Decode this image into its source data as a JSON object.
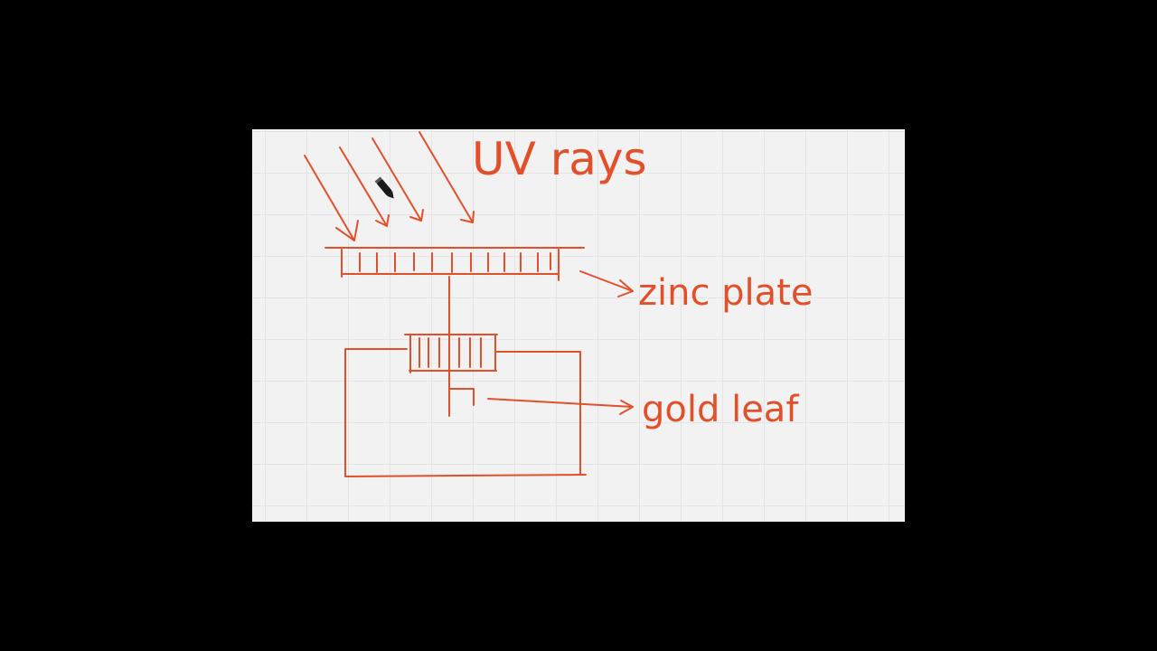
{
  "diagram": {
    "labels": {
      "uv_rays": "UV rays",
      "zinc_plate": "zinc plate",
      "gold_leaf": "gold leaf"
    }
  },
  "colors": {
    "ink": "#e2502b",
    "board": "#f2f2f2",
    "frame": "#000000"
  },
  "icons": {
    "cursor": "pen-cursor-icon"
  }
}
